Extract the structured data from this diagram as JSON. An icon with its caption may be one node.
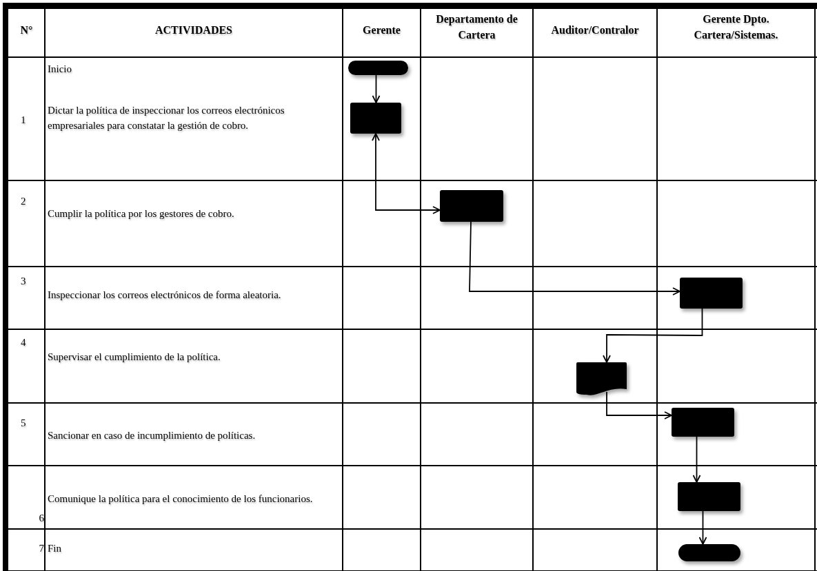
{
  "diagram": {
    "nodes": [
      {
        "text": [],
        "shape": "pill"
      },
      {
        "text": [],
        "shape": "box"
      },
      {
        "text": [],
        "shape": "box"
      },
      {
        "text": [],
        "shape": "box"
      },
      {
        "text": [],
        "shape": "document"
      },
      {
        "text": [],
        "shape": "box"
      },
      {
        "text": [],
        "shape": "box"
      },
      {
        "text": [],
        "shape": "pill"
      }
    ],
    "edges": [
      {
        "from": 0,
        "to": 1,
        "arrow": "to"
      },
      {
        "from": 1,
        "to": 2,
        "arrow": "both"
      },
      {
        "from": 2,
        "to": 3,
        "arrow": "to"
      },
      {
        "from": 3,
        "to": 4,
        "arrow": "to"
      },
      {
        "from": 4,
        "to": 5,
        "arrow": "to"
      },
      {
        "from": 5,
        "to": 6,
        "arrow": "to"
      },
      {
        "from": 6,
        "to": 7,
        "arrow": "to"
      }
    ],
    "labels": [
      "N°",
      "ACTIVIDADES",
      "Gerente",
      "Departamento de Cartera",
      "Auditor/Contralor",
      "Gerente Dpto. Cartera/Sistemas.",
      "Inicio",
      "1",
      "Dictar la política de inspeccionar los correos electrónicos empresariales para constatar la gestión de cobro.",
      "2",
      "Cumplir la política por los gestores de cobro.",
      "3",
      "Inspeccionar los correos electrónicos de forma aleatoria.",
      "4",
      "Supervisar el cumplimiento de la política.",
      "5",
      "Sancionar en caso de incumplimiento de políticas.",
      "6",
      "Comunique la política para el conocimiento de los funcionarios.",
      "7",
      "Fin"
    ]
  }
}
